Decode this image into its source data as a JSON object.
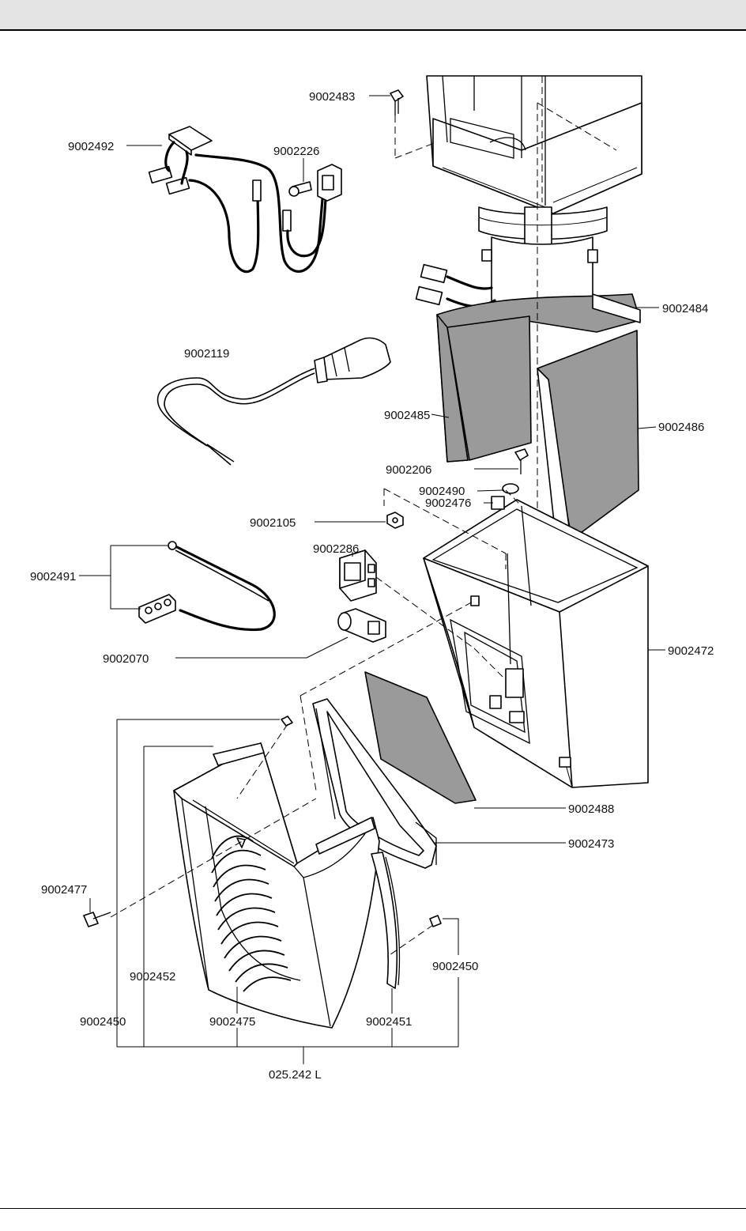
{
  "parts": [
    {
      "id": "p-9002483",
      "label": "9002483"
    },
    {
      "id": "p-9002492",
      "label": "9002492"
    },
    {
      "id": "p-9002226",
      "label": "9002226"
    },
    {
      "id": "p-9002484",
      "label": "9002484"
    },
    {
      "id": "p-9002119",
      "label": "9002119"
    },
    {
      "id": "p-9002485",
      "label": "9002485"
    },
    {
      "id": "p-9002486",
      "label": "9002486"
    },
    {
      "id": "p-9002206",
      "label": "9002206"
    },
    {
      "id": "p-9002490",
      "label": "9002490"
    },
    {
      "id": "p-9002476",
      "label": "9002476"
    },
    {
      "id": "p-9002105",
      "label": "9002105"
    },
    {
      "id": "p-9002286",
      "label": "9002286"
    },
    {
      "id": "p-9002491",
      "label": "9002491"
    },
    {
      "id": "p-9002472",
      "label": "9002472"
    },
    {
      "id": "p-9002070",
      "label": "9002070"
    },
    {
      "id": "p-9002488",
      "label": "9002488"
    },
    {
      "id": "p-9002473",
      "label": "9002473"
    },
    {
      "id": "p-9002477",
      "label": "9002477"
    },
    {
      "id": "p-9002450-right",
      "label": "9002450"
    },
    {
      "id": "p-9002452",
      "label": "9002452"
    },
    {
      "id": "p-9002450-left",
      "label": "9002450"
    },
    {
      "id": "p-9002475",
      "label": "9002475"
    },
    {
      "id": "p-9002451",
      "label": "9002451"
    }
  ],
  "assembly_label": "025.242 L"
}
